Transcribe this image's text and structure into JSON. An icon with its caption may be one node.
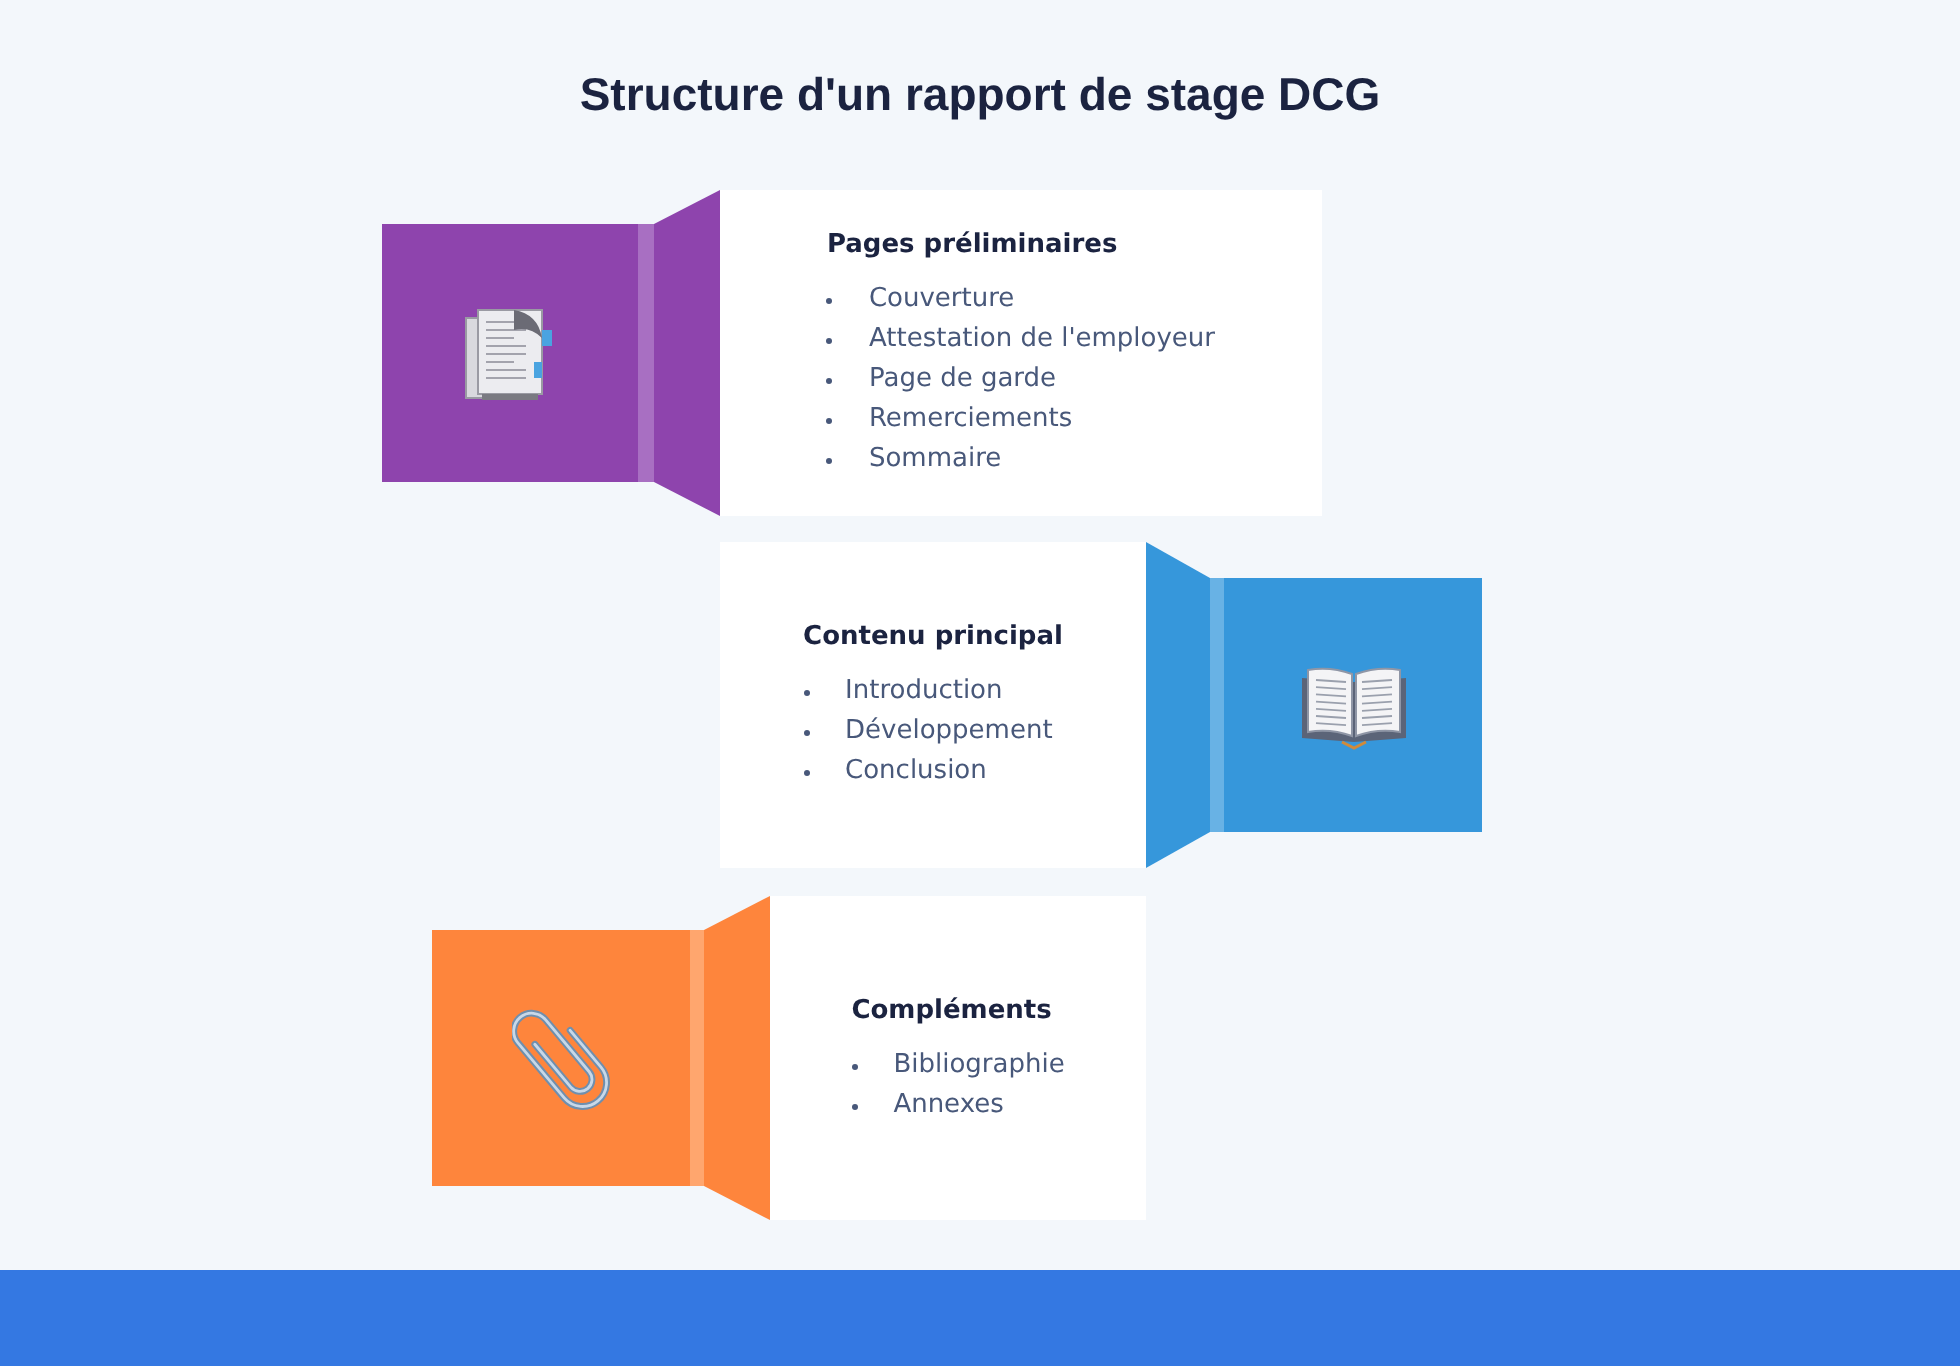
{
  "diagram": {
    "title": "Structure d'un rapport de stage DCG",
    "nodes": [
      {
        "text": [
          "Pages préliminaires",
          "Couverture",
          "Attestation de l'employeur",
          "Page de garde",
          "Remerciements",
          "Sommaire"
        ]
      },
      {
        "text": [
          "Contenu principal",
          "Introduction",
          "Développement",
          "Conclusion"
        ]
      },
      {
        "text": [
          "Compléments",
          "Bibliographie",
          "Annexes"
        ]
      }
    ]
  }
}
